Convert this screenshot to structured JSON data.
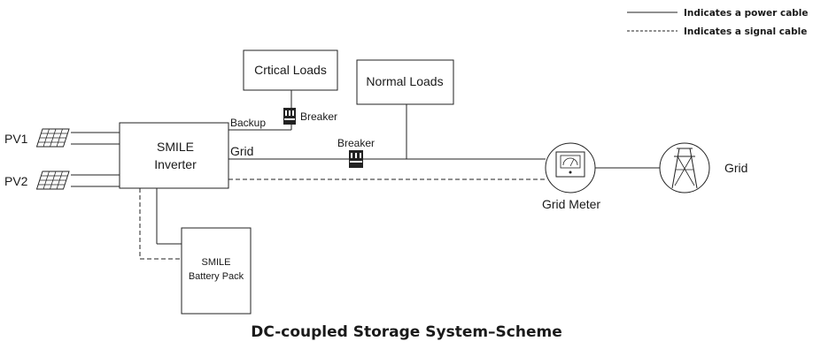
{
  "legend": {
    "power_cable": "Indicates a power cable",
    "signal_cable": "Indicates a signal cable"
  },
  "nodes": {
    "critical_loads": "Crtical Loads",
    "normal_loads": "Normal Loads",
    "inverter_line1": "SMILE",
    "inverter_line2": "Inverter",
    "battery_line1": "SMILE",
    "battery_line2": "Battery Pack",
    "pv1": "PV1",
    "pv2": "PV2",
    "grid_meter": "Grid Meter",
    "grid": "Grid"
  },
  "labels": {
    "backup": "Backup",
    "grid_port": "Grid",
    "breaker_backup": "Breaker",
    "breaker_grid": "Breaker"
  },
  "caption": "DC-coupled Storage System–Scheme",
  "colors": {
    "line": "#222222",
    "background": "#ffffff"
  },
  "icons": [
    "solar-panel-icon",
    "breaker-icon",
    "meter-icon",
    "transmission-tower-icon"
  ]
}
